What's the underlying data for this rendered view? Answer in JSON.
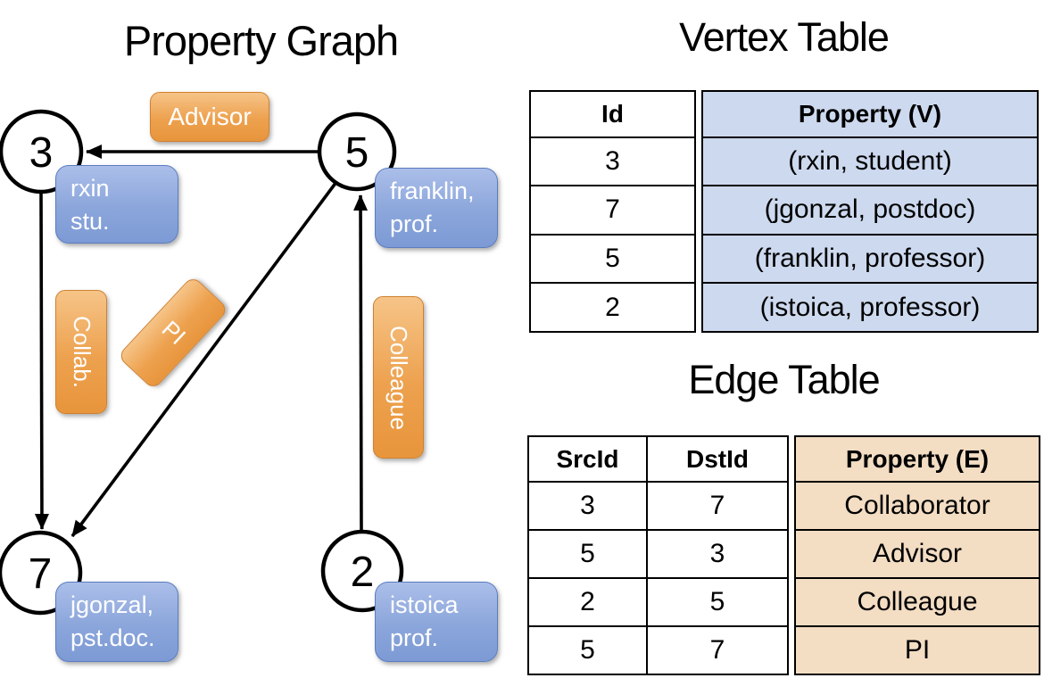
{
  "titles": {
    "graph": "Property Graph",
    "vertex_table": "Vertex Table",
    "edge_table": "Edge Table"
  },
  "graph": {
    "nodes": [
      {
        "id": "3",
        "label_lines": [
          "rxin",
          "stu."
        ]
      },
      {
        "id": "5",
        "label_lines": [
          "franklin,",
          "prof."
        ]
      },
      {
        "id": "7",
        "label_lines": [
          "jgonzal,",
          "pst.doc."
        ]
      },
      {
        "id": "2",
        "label_lines": [
          "istoica",
          "prof."
        ]
      }
    ],
    "edge_labels": [
      {
        "text": "Advisor"
      },
      {
        "text": "Collab."
      },
      {
        "text": "PI"
      },
      {
        "text": "Colleague"
      }
    ]
  },
  "vertex_table": {
    "headers": [
      "Id",
      "Property (V)"
    ],
    "rows": [
      [
        "3",
        "(rxin, student)"
      ],
      [
        "7",
        "(jgonzal, postdoc)"
      ],
      [
        "5",
        "(franklin, professor)"
      ],
      [
        "2",
        "(istoica, professor)"
      ]
    ]
  },
  "edge_table": {
    "headers": [
      "SrcId",
      "DstId",
      "Property (E)"
    ],
    "rows": [
      [
        "3",
        "7",
        "Collaborator"
      ],
      [
        "5",
        "3",
        "Advisor"
      ],
      [
        "2",
        "5",
        "Colleague"
      ],
      [
        "5",
        "7",
        "PI"
      ]
    ]
  },
  "colors": {
    "edge_label_orange": "#eda14e",
    "vertex_label_blue": "#8ba6db",
    "vertex_property_fill": "#cdd9ee",
    "edge_property_fill": "#f3ddc3",
    "table_border": "#000000"
  }
}
